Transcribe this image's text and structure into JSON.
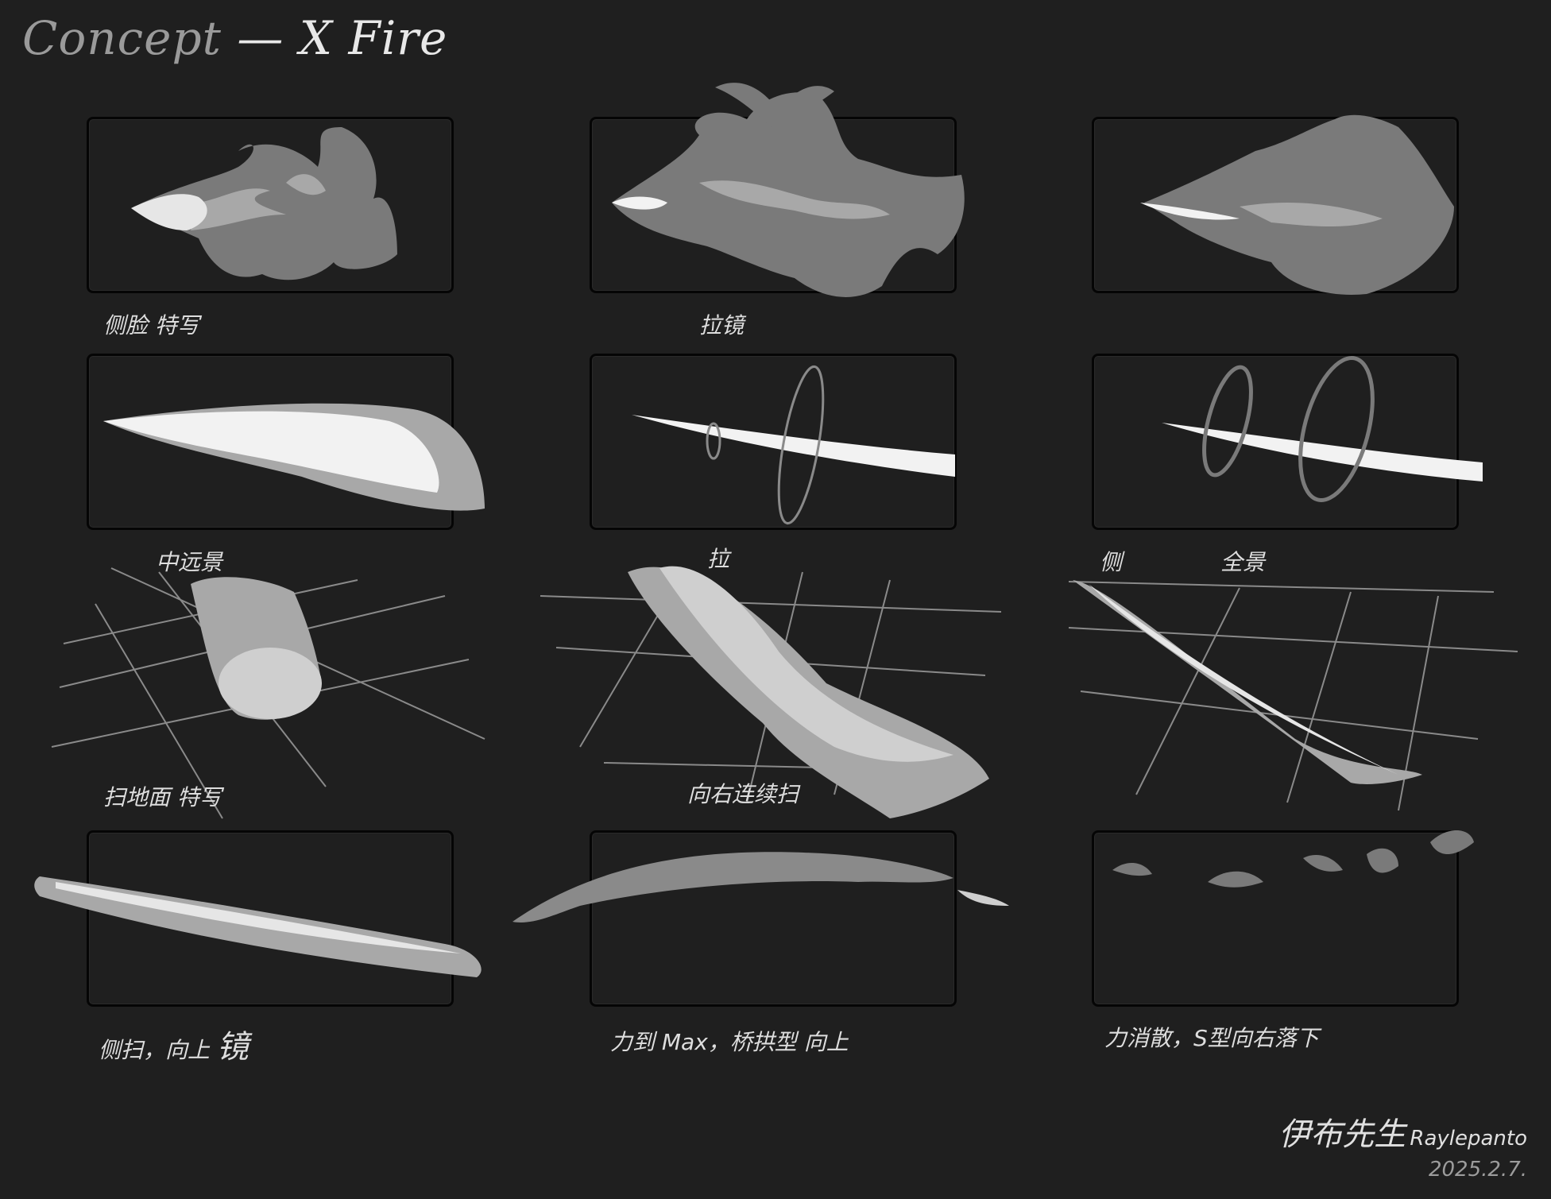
{
  "title": {
    "prefix": "Concept",
    "dash": " — ",
    "name": "X Fire"
  },
  "captions": {
    "p1": "侧脸 特写",
    "p2": "拉镜",
    "r2_left": "中远景",
    "r2_mid": "拉",
    "r2_right_a": "侧",
    "r2_right_b": "全景",
    "r3_left": "扫地面 特写",
    "r3_mid": "向右连续扫",
    "r4_left": "侧扫，向上",
    "r4_left_big": "镜",
    "r4_mid": "力到 Max，桥拱型 向上",
    "r4_right": "力消散，S型向右落下"
  },
  "signature": {
    "name": "伊布先生",
    "latin": "Raylepanto",
    "date": "2025.2.7."
  },
  "colors": {
    "background": "#1f1f1f",
    "fire_dark": "#7a7a7a",
    "fire_mid": "#a8a8a8",
    "fire_light": "#e6e6e6",
    "grid": "#8a8a8a"
  }
}
